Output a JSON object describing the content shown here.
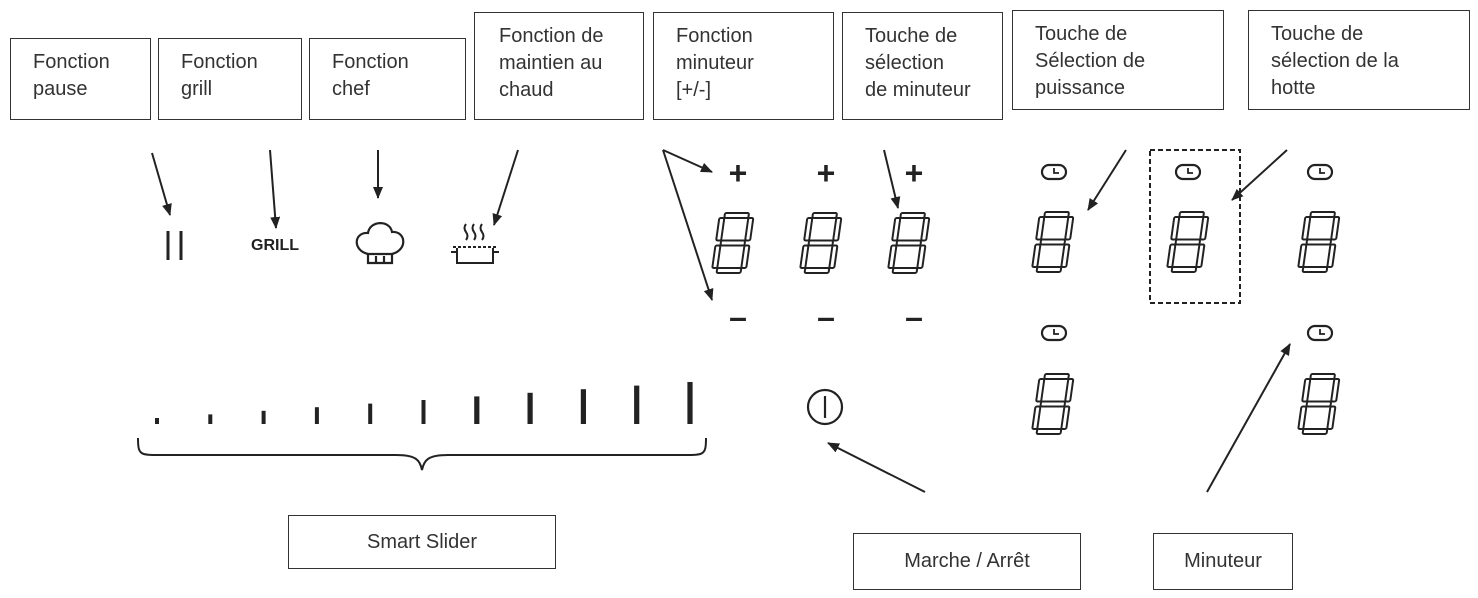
{
  "labels": {
    "pause": "Fonction\npause",
    "grill": "Fonction\ngrill",
    "chef": "Fonction\nchef",
    "keep_warm": "Fonction de\nmaintien au\nchaud",
    "timer_pm": "Fonction\nminuteur\n[+/-]",
    "timer_select": "Touche de\nsélection\nde minuteur",
    "power_select": "Touche de\nSélection de\npuissance",
    "hood_select": "Touche de\nsélection de la\nhotte",
    "smart_slider": "Smart Slider",
    "on_off": "Marche / Arrêt",
    "minuteur": "Minuteur"
  },
  "panel": {
    "grill_text": "GRILL",
    "plus_symbol": "+",
    "minus_symbol": "–",
    "digit_char": "8",
    "slider_steps": 11
  },
  "icons": {
    "pause": "pause-icon",
    "chef": "chef-hat-icon",
    "keep_warm": "steaming-pot-icon",
    "clock": "clock-icon",
    "power": "power-icon"
  },
  "colors": {
    "ink": "#222222",
    "line": "#333333"
  }
}
